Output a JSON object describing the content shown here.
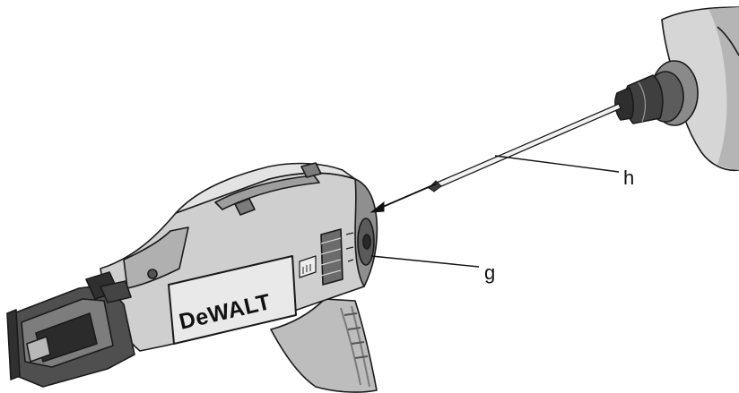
{
  "brand": {
    "logo_text": "DeWALT"
  },
  "callouts": [
    {
      "id": "h",
      "label": "h"
    },
    {
      "id": "g",
      "label": "g"
    }
  ],
  "colors": {
    "body_light": "#d4d4d4",
    "body_mid": "#a9a9a9",
    "body_dark": "#5c5c5c",
    "outline": "#1a1a1a",
    "label_plate": "#e9e9e9"
  }
}
